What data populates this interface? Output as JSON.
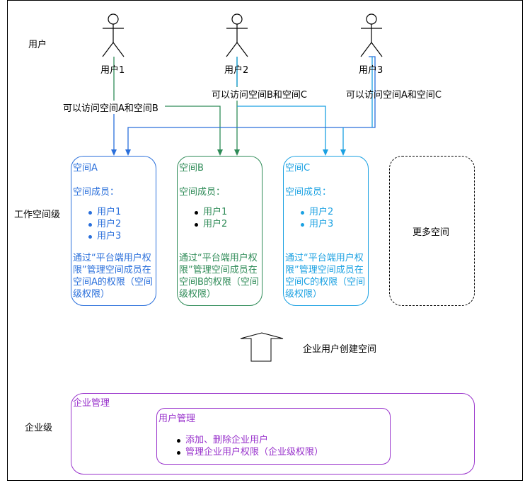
{
  "colors": {
    "space_a": "#2a6fdb",
    "space_b": "#2e8b57",
    "space_c": "#1ba1e2",
    "enterprise": "#9933cc",
    "text": "#000000"
  },
  "row_labels": {
    "users": "用户",
    "workspace_level": "工作空间级",
    "enterprise_level": "企业级"
  },
  "actors": [
    {
      "name": "用户1",
      "icon": "stick-figure-icon"
    },
    {
      "name": "用户2",
      "icon": "stick-figure-icon"
    },
    {
      "name": "用户3",
      "icon": "stick-figure-icon"
    }
  ],
  "edge_labels": {
    "user1": "可以访问空间A和空间B",
    "user2": "可以访问空间B和空间C",
    "user3": "可以访问空间A和空间C"
  },
  "spaces": [
    {
      "title": "空间A",
      "members_label": "空间成员：",
      "members": [
        "用户1",
        "用户2",
        "用户3"
      ],
      "description": "通过“平台端用户权限”管理空间成员在空间A的权限（空间级权限）"
    },
    {
      "title": "空间B",
      "members_label": "空间成员：",
      "members": [
        "用户1",
        "用户2"
      ],
      "description": "通过“平台端用户权限”管理空间成员在空间B的权限（空间级权限）"
    },
    {
      "title": "空间C",
      "members_label": "空间成员：",
      "members": [
        "用户2",
        "用户3"
      ],
      "description": "通过“平台端用户权限”管理空间成员在空间C的权限（空间级权限）"
    }
  ],
  "more_spaces": "更多空间",
  "create_arrow_label": "企业用户创建空间",
  "enterprise": {
    "title": "企业管理",
    "user_management": {
      "title": "用户管理",
      "items": [
        "添加、删除企业用户",
        "管理企业用户权限（企业级权限）"
      ]
    }
  }
}
